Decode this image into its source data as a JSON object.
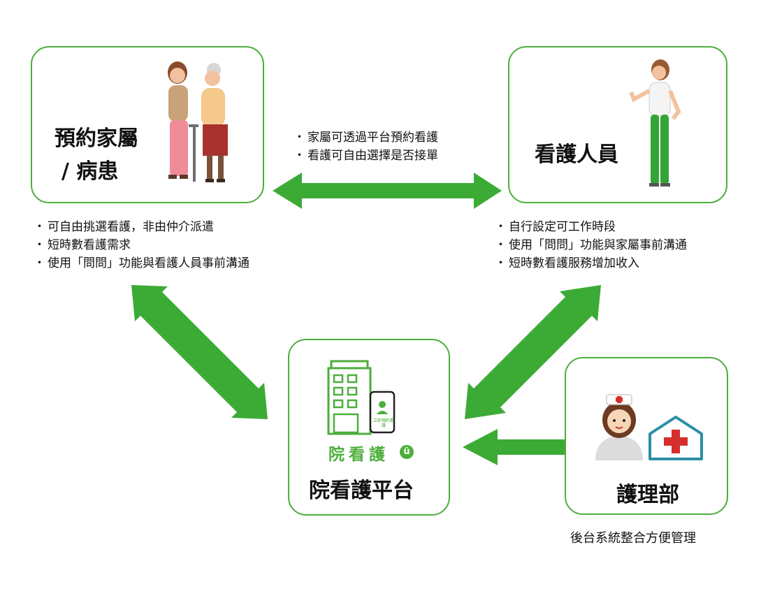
{
  "family": {
    "title_line1": "預約家屬",
    "title_line2": "/ 病患",
    "bullets": [
      "可自由挑選看護，非由仲介派遣",
      "短時數看護需求",
      "使用「問問」功能與看護人員事前溝通"
    ]
  },
  "caregiver": {
    "title": "看護人員",
    "bullets": [
      "自行設定可工作時段",
      "使用「問問」功能與家屬事前溝通",
      "短時數看護服務增加收入"
    ]
  },
  "middle_notes": [
    "家屬可透過平台預約看護",
    "看護可自由選擇是否接單"
  ],
  "platform": {
    "logo_text": "院看護",
    "logo_badge": "ü",
    "phone_text": "立即預約看護",
    "title": "院看護平台"
  },
  "nursing": {
    "title": "護理部",
    "caption": "後台系統整合方便管理"
  },
  "colors": {
    "accent": "#4cae3c",
    "arrow": "#3cab35",
    "cross": "#d62d2d",
    "house": "#2b8fa6"
  }
}
